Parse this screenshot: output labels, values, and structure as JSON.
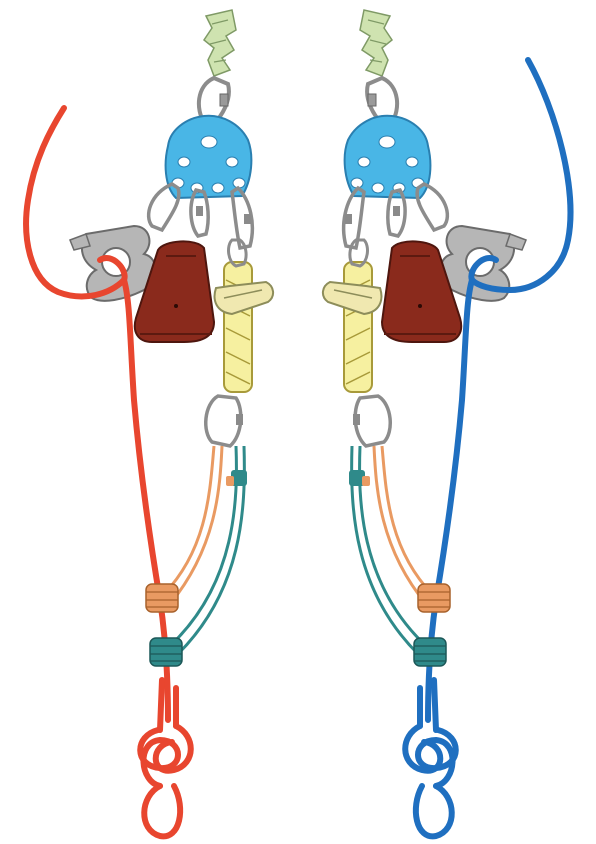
{
  "figure": {
    "kind": "rigging-illustration",
    "systems": [
      {
        "side": "left",
        "rope_color": "#e8462f"
      },
      {
        "side": "right",
        "rope_color": "#1f6fc0"
      }
    ],
    "colors": {
      "anchor_sling": "#cfe3b0",
      "rigging_plate": "#49b6e6",
      "carabiner": "#9a9a9a",
      "descender_body": "#8a2a1c",
      "rope_grab": "#f6f0a0",
      "prusik_orange": "#e99a62",
      "prusik_teal": "#2f8a8a",
      "rope_left": "#e8462f",
      "rope_right": "#1f6fc0"
    }
  }
}
